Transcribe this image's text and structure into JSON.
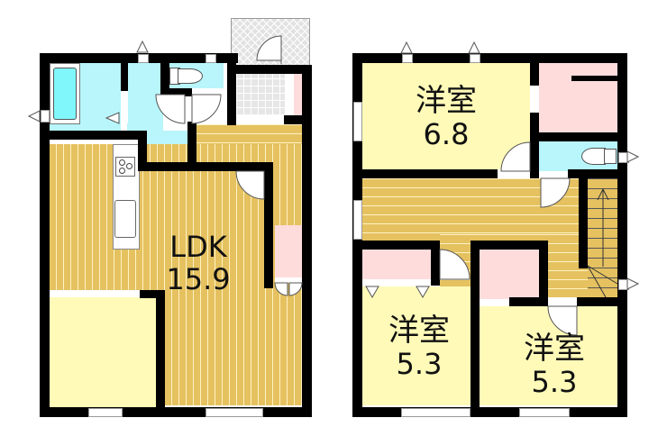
{
  "floor_plan": {
    "floor1": {
      "rooms": [
        {
          "id": "ldk",
          "name": "LDK",
          "area": "15.9",
          "type": "living-dining-kitchen"
        },
        {
          "id": "bath",
          "name": "",
          "type": "bathroom"
        },
        {
          "id": "washroom",
          "name": "",
          "type": "washroom"
        },
        {
          "id": "toilet1",
          "name": "",
          "type": "toilet"
        },
        {
          "id": "entrance",
          "name": "",
          "type": "entrance"
        },
        {
          "id": "hall1",
          "name": "",
          "type": "hallway"
        },
        {
          "id": "stairs1",
          "name": "",
          "type": "stairs"
        },
        {
          "id": "storage1",
          "name": "",
          "type": "closet"
        },
        {
          "id": "tatami",
          "name": "",
          "type": "room"
        }
      ]
    },
    "floor2": {
      "rooms": [
        {
          "id": "western1",
          "name": "洋室",
          "area": "6.8",
          "type": "western-room"
        },
        {
          "id": "western2",
          "name": "洋室",
          "area": "5.3",
          "type": "western-room"
        },
        {
          "id": "western3",
          "name": "洋室",
          "area": "5.3",
          "type": "western-room"
        },
        {
          "id": "wic",
          "name": "",
          "type": "walk-in-closet"
        },
        {
          "id": "toilet2",
          "name": "",
          "type": "toilet"
        },
        {
          "id": "hall2",
          "name": "",
          "type": "hallway"
        },
        {
          "id": "stairs2",
          "name": "",
          "type": "stairs"
        },
        {
          "id": "closet2",
          "name": "",
          "type": "closet"
        },
        {
          "id": "closet3",
          "name": "",
          "type": "closet"
        }
      ]
    },
    "colors": {
      "wall": "#000000",
      "flooring": "#e8c567",
      "bedroom": "#fffab8",
      "closet": "#ffdcdc",
      "wet_area": "#b8f6fb"
    }
  }
}
